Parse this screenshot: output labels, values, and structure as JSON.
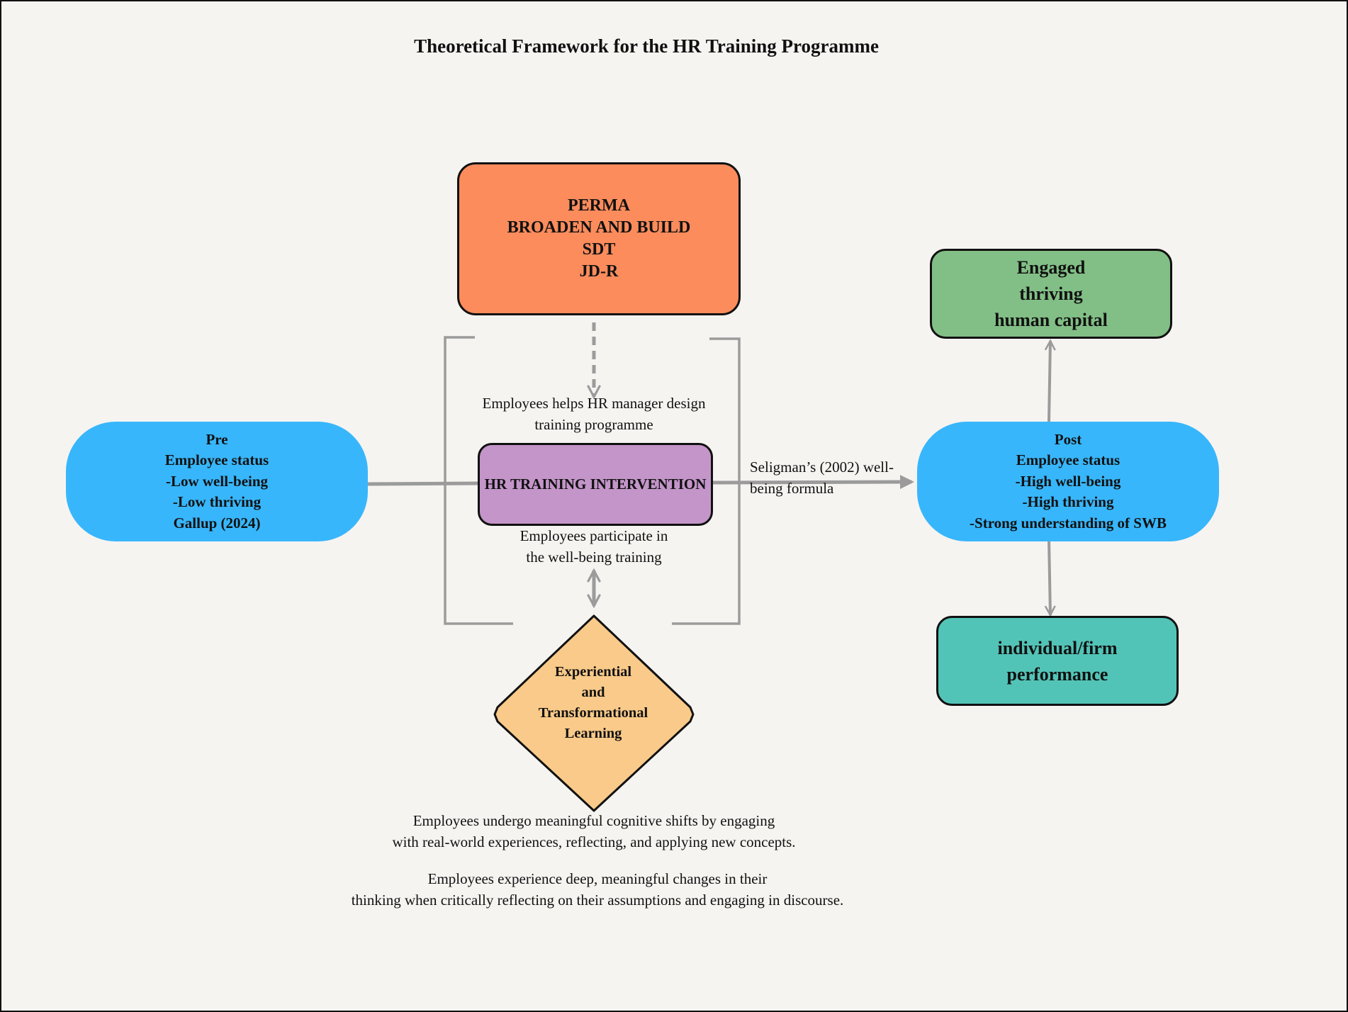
{
  "title": "Theoretical Framework for the HR Training Programme",
  "theories": [
    "PERMA",
    "BROADEN AND BUILD",
    "SDT",
    "JD-R"
  ],
  "pre_state": {
    "lines": [
      "Pre",
      "Employee status",
      "-Low well-being",
      "-Low thriving",
      "Gallup (2024)"
    ]
  },
  "intervention": {
    "label": "HR TRAINING INTERVENTION",
    "note_above": [
      "Employees helps HR manager design",
      "training programme"
    ],
    "note_below": [
      "Employees participate in",
      "the well-being training"
    ]
  },
  "post_state": {
    "lines": [
      "Post",
      "Employee status",
      "-High well-being",
      "-High thriving",
      "-Strong understanding of SWB"
    ]
  },
  "formula_label": [
    "Seligman’s (2002) well-",
    "being formula"
  ],
  "outcomes": {
    "top": [
      "Engaged",
      "thriving",
      "human capital"
    ],
    "bottom": [
      "individual/firm",
      "performance"
    ]
  },
  "learning": {
    "lines": [
      "Experiential",
      "and",
      "Transformational",
      "Learning"
    ],
    "note_experiential": [
      "Employees undergo meaningful cognitive shifts by engaging",
      "with real-world experiences, reflecting, and applying new concepts."
    ],
    "note_transformational": [
      "Employees experience deep, meaningful changes in their",
      "thinking when critically reflecting on their assumptions and engaging in discourse."
    ]
  },
  "colors": {
    "background": "#f6f4f1",
    "theory_box": "#fc8c5c",
    "pre_post": "#38b6fb",
    "intervention": "#c395c9",
    "engaged": "#82bf86",
    "performance": "#52c4b7",
    "learning": "#f9ca89",
    "connector": "#9b9b9b"
  }
}
